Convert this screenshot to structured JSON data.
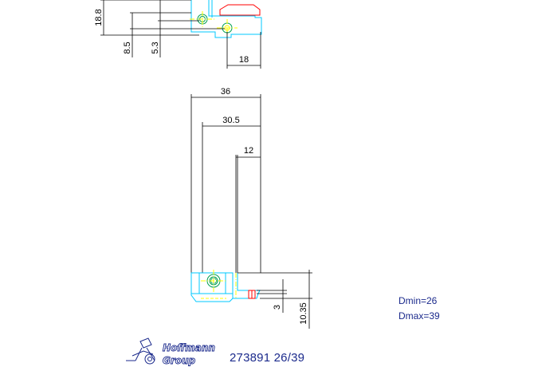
{
  "top_view": {
    "dimensions": {
      "height_total": "18.8",
      "height_a": "8.5",
      "height_b": "5.3",
      "width": "18"
    }
  },
  "front_view": {
    "dimensions": {
      "width_total": "36",
      "width_mid": "30.5",
      "width_small": "12",
      "depth_small": "3",
      "depth_total": "10.35"
    }
  },
  "specs": {
    "dmin": "Dmin=26",
    "dmax": "Dmax=39"
  },
  "brand": {
    "line1": "Hoffmann",
    "line2": "Group"
  },
  "product_code": "273891 26/39",
  "colors": {
    "body": "#00c8ff",
    "tip": "#ff0000",
    "screw": "#00a050",
    "accent": "#ffff00",
    "text": "#1b2a8c"
  }
}
